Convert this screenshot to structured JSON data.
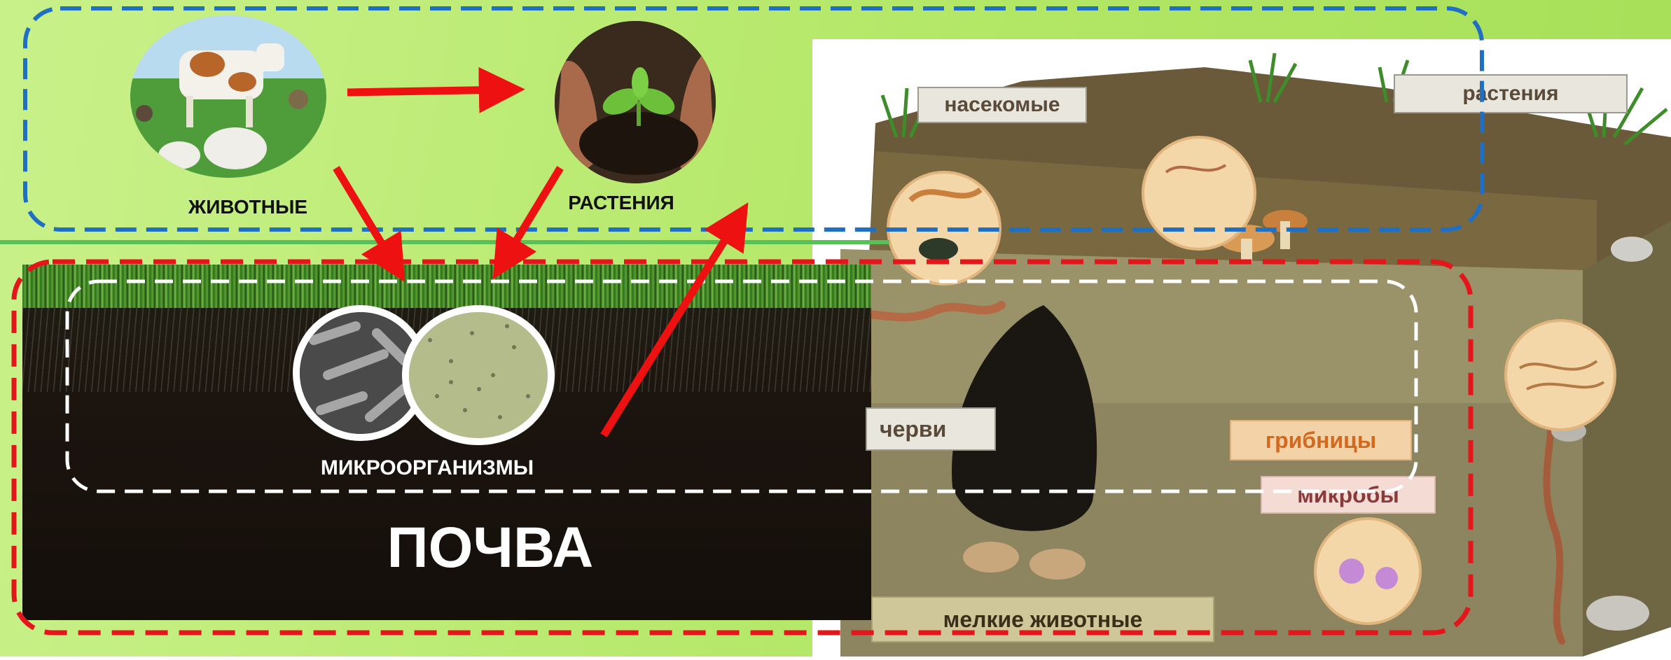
{
  "labels": {
    "animals": "ЖИВОТНЫЕ",
    "plants": "РАСТЕНИЯ",
    "microorganisms": "МИКРООРГАНИЗМЫ",
    "soil": "ПОЧВА"
  },
  "soil_tags": {
    "insects": "насекомые",
    "plants": "растения",
    "worms": "черви",
    "mycelium": "грибницы",
    "microbes": "микробы",
    "small_animals": "мелкие животные"
  },
  "colors": {
    "arrow": "#ee1111",
    "blue_dash": "#1f6fc2",
    "red_dash": "#e5161b",
    "white_dash": "#ffffff",
    "green_line": "#59c15a"
  }
}
